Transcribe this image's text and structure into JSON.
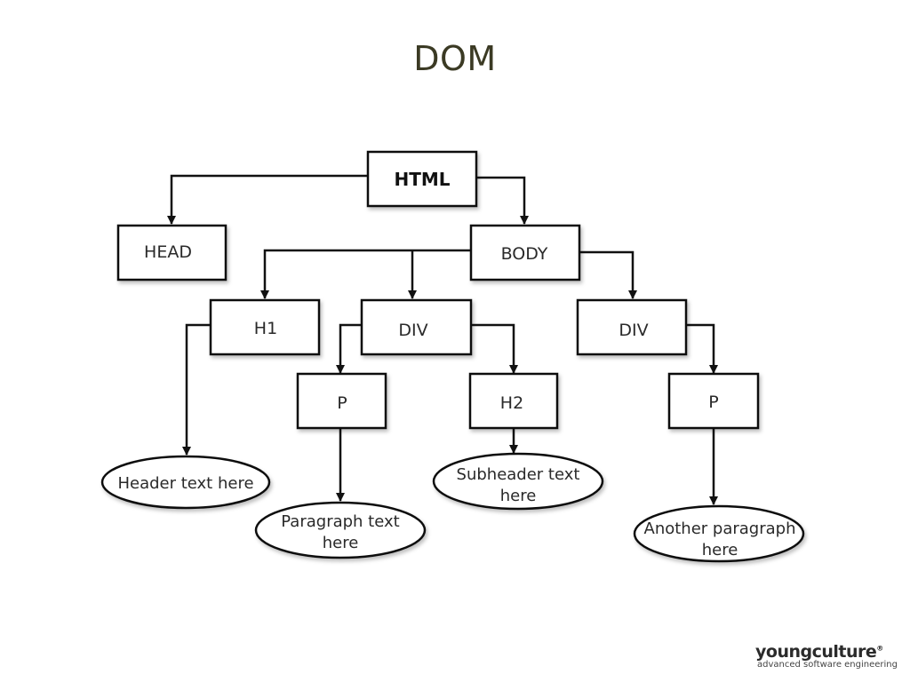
{
  "title": "DOM",
  "nodes": {
    "html": "HTML",
    "head": "HEAD",
    "body": "BODY",
    "h1": "H1",
    "div1": "DIV",
    "div2": "DIV",
    "p1": "P",
    "h2": "H2",
    "p2": "P"
  },
  "leaves": {
    "header_text": [
      "Header text here"
    ],
    "paragraph_text": [
      "Paragraph text",
      "here"
    ],
    "subheader_text": [
      "Subheader text",
      "here"
    ],
    "another_paragraph": [
      "Another paragraph",
      "here"
    ]
  },
  "logo": {
    "brand": "youngculture",
    "reg_mark": "®",
    "tagline": "advanced software engineering"
  },
  "colors": {
    "title": "#3b3a24",
    "stroke": "#111111"
  }
}
